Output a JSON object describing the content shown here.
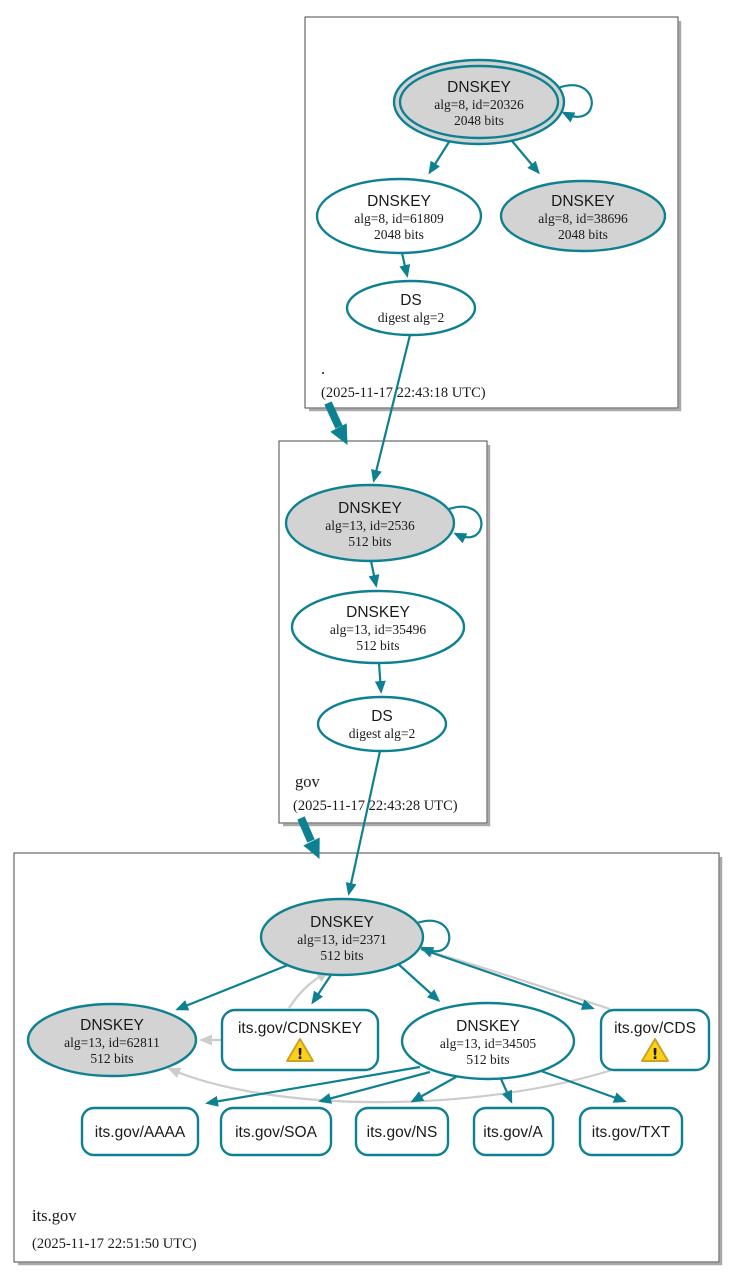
{
  "diagram_type": "dnssec-authentication-chain",
  "colors": {
    "node_stroke_teal": "#0d8191",
    "edge_teal": "#0d8191",
    "edge_gray": "#cccccc",
    "sep_key_fill": "#d3d3d3",
    "node_fill_white": "#ffffff",
    "warning_fill": "#fcd116",
    "warning_stroke": "#c9a227",
    "zone_border": "#4a4a4a"
  },
  "zones": {
    "root": {
      "label": ".",
      "timestamp": "(2025-11-17 22:43:18 UTC)"
    },
    "gov": {
      "label": "gov",
      "timestamp": "(2025-11-17 22:43:28 UTC)"
    },
    "itsgov": {
      "label": "its.gov",
      "timestamp": "(2025-11-17 22:51:50 UTC)"
    }
  },
  "nodes": {
    "root_ksk": {
      "title": "DNSKEY",
      "detail1": "alg=8, id=20326",
      "detail2": "2048 bits"
    },
    "root_zsk": {
      "title": "DNSKEY",
      "detail1": "alg=8, id=61809",
      "detail2": "2048 bits"
    },
    "root_key38696": {
      "title": "DNSKEY",
      "detail1": "alg=8, id=38696",
      "detail2": "2048 bits"
    },
    "root_ds": {
      "title": "DS",
      "detail1": "digest alg=2"
    },
    "gov_ksk": {
      "title": "DNSKEY",
      "detail1": "alg=13, id=2536",
      "detail2": "512 bits"
    },
    "gov_zsk": {
      "title": "DNSKEY",
      "detail1": "alg=13, id=35496",
      "detail2": "512 bits"
    },
    "gov_ds": {
      "title": "DS",
      "detail1": "digest alg=2"
    },
    "its_ksk": {
      "title": "DNSKEY",
      "detail1": "alg=13, id=2371",
      "detail2": "512 bits"
    },
    "its_key62811": {
      "title": "DNSKEY",
      "detail1": "alg=13, id=62811",
      "detail2": "512 bits"
    },
    "its_zsk": {
      "title": "DNSKEY",
      "detail1": "alg=13, id=34505",
      "detail2": "512 bits"
    },
    "its_cdnskey": {
      "label": "its.gov/CDNSKEY",
      "warning": "!"
    },
    "its_cds": {
      "label": "its.gov/CDS",
      "warning": "!"
    }
  },
  "rrsets": [
    {
      "label": "its.gov/AAAA"
    },
    {
      "label": "its.gov/SOA"
    },
    {
      "label": "its.gov/NS"
    },
    {
      "label": "its.gov/A"
    },
    {
      "label": "its.gov/TXT"
    }
  ]
}
